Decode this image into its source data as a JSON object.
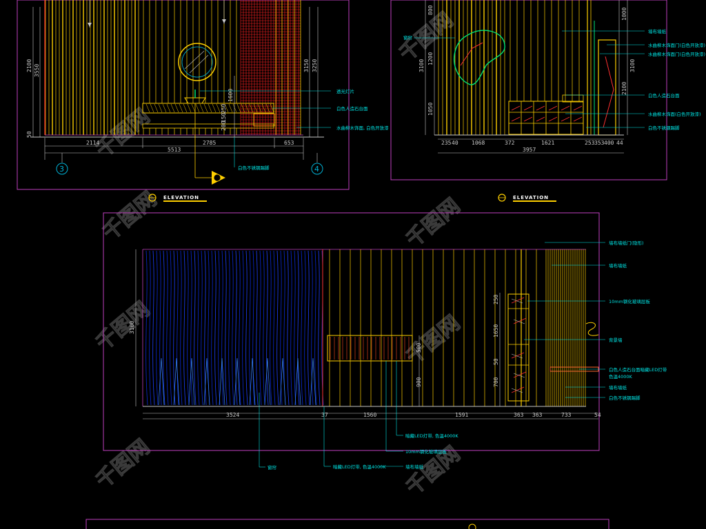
{
  "elevations": [
    {
      "id": "left",
      "elevation_label": "ELEVATION",
      "grid_markers": [
        "3",
        "4"
      ],
      "dims_bottom": [
        "2114",
        "2785",
        "653"
      ],
      "dim_total": "5513",
      "dims_left": [
        "2100",
        "3550"
      ],
      "dims_right": [
        "3150",
        "3250"
      ],
      "dims_inner": [
        "1600",
        "250",
        "150",
        "200",
        "50"
      ],
      "annotations": [
        "透光灯片",
        "白色人造石台面",
        "水曲柳木饰面, 白色开放漆",
        "白色不锈钢踢脚"
      ]
    },
    {
      "id": "right",
      "elevation_label": "ELEVATION",
      "dims_bottom": [
        "235",
        "40",
        "1068",
        "372",
        "1621",
        "253",
        "353",
        "400",
        "44"
      ],
      "dim_total": "3957",
      "dims_left": [
        "800",
        "3100",
        "1200",
        "1050"
      ],
      "dims_right": [
        "1000",
        "3100",
        "2100"
      ],
      "annotations": [
        "窗帘",
        "墙布墙纸",
        "水曲柳木饰面门(白色开放漆)",
        "水曲柳木饰面门(白色开放漆)",
        "白色人造石台面",
        "水曲柳木饰面(白色开放漆)",
        "白色不锈钢踢脚"
      ]
    },
    {
      "id": "middle",
      "dims_bottom": [
        "3524",
        "37",
        "1560",
        "1591",
        "363",
        "363",
        "733",
        "54"
      ],
      "dims_left": [
        "3100"
      ],
      "dims_right": [
        "250",
        "1650",
        "50",
        "700"
      ],
      "dims_inner": [
        "500",
        "900"
      ],
      "annotations_right": [
        "墙布墙纸门(隐形)",
        "墙布墙纸",
        "10mm钢化玻璃层板",
        "背景墙",
        "白色人造石台面暗藏LED灯带",
        "色温4000K",
        "墙布墙纸",
        "白色不锈钢踢脚"
      ],
      "annotations_bottom": [
        "暗藏LED灯带, 色温4000K",
        "10mm钢化玻璃层板",
        "窗帘",
        "暗藏LED灯带, 色温4000K",
        "墙布墙纸"
      ]
    }
  ],
  "watermark_text": "千图网"
}
